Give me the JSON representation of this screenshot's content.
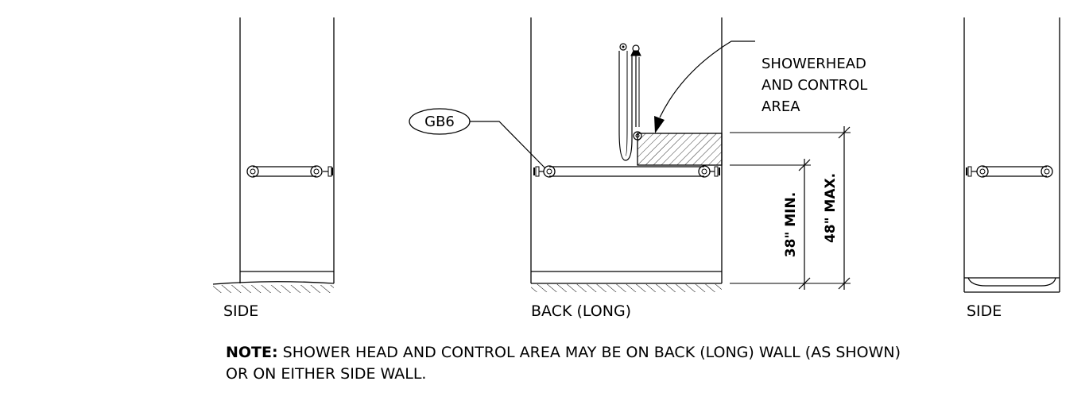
{
  "labels": {
    "side_left": "SIDE",
    "back": "BACK (LONG)",
    "side_right": "SIDE"
  },
  "callout": {
    "tag": "GB6",
    "area_line1": "SHOWERHEAD",
    "area_line2": "AND CONTROL",
    "area_line3": "AREA"
  },
  "dimensions": {
    "min_height": "38\" MIN.",
    "max_height": "48\" MAX."
  },
  "note": {
    "heading": "NOTE:",
    "line1": "SHOWER HEAD AND CONTROL AREA MAY BE ON BACK (LONG) WALL (AS SHOWN)",
    "line2": "OR ON EITHER SIDE WALL."
  },
  "colors": {
    "ink": "#000000",
    "background": "#ffffff"
  }
}
